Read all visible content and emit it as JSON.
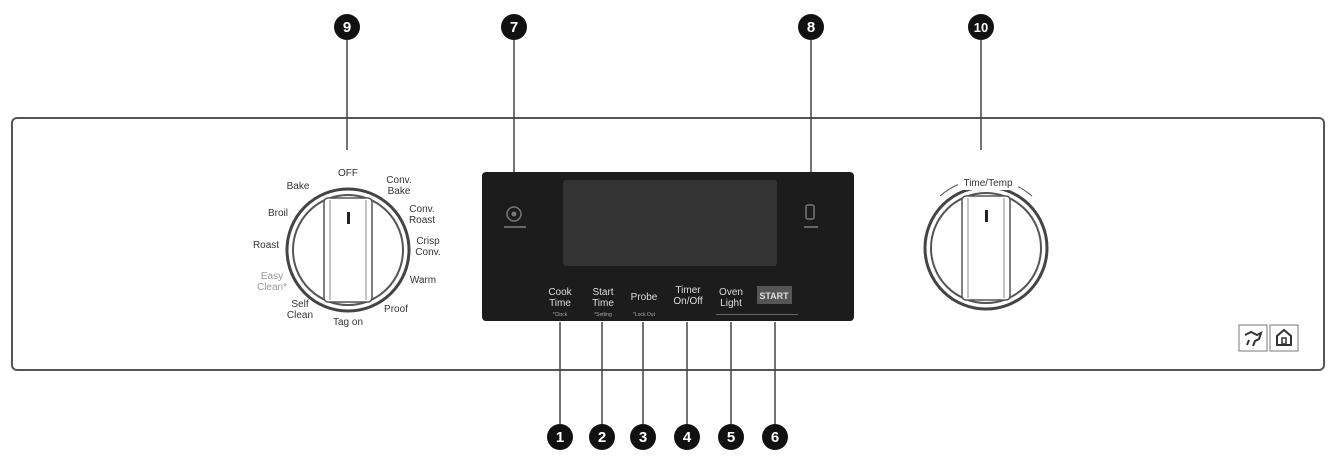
{
  "callouts": {
    "c1": "1",
    "c2": "2",
    "c3": "3",
    "c4": "4",
    "c5": "5",
    "c6": "6",
    "c7": "7",
    "c8": "8",
    "c9": "9",
    "c10": "10"
  },
  "mode_knob": {
    "positions": {
      "off": "OFF",
      "bake": "Bake",
      "broil": "Broil",
      "roast": "Roast",
      "easy_clean_1": "Easy",
      "easy_clean_2": "Clean*",
      "self_clean_1": "Self",
      "self_clean_2": "Clean",
      "tag_on": "Tag on",
      "proof": "Proof",
      "warm": "Warm",
      "crisp_conv_1": "Crisp",
      "crisp_conv_2": "Conv.",
      "conv_roast_1": "Conv.",
      "conv_roast_2": "Roast",
      "conv_bake_1": "Conv.",
      "conv_bake_2": "Bake"
    }
  },
  "control_panel": {
    "buttons": {
      "cook_time_1": "Cook",
      "cook_time_2": "Time",
      "cook_time_sub": "*Clock",
      "start_time_1": "Start",
      "start_time_2": "Time",
      "start_time_sub": "*Setting",
      "probe": "Probe",
      "probe_sub": "*Lock Out",
      "timer_1": "Timer",
      "timer_2": "On/Off",
      "oven_light_1": "Oven",
      "oven_light_2": "Light",
      "start": "START"
    }
  },
  "temp_knob": {
    "label": "Time/Temp"
  },
  "colors": {
    "panel_dark": "#1c1c1c",
    "callout": "#111111"
  }
}
